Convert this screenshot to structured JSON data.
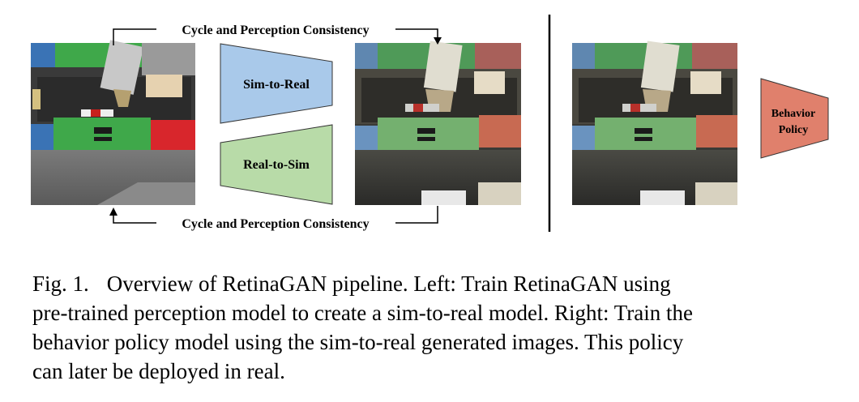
{
  "top_label": "Cycle and Perception Consistency",
  "bottom_label": "Cycle and Perception Consistency",
  "sim_to_real": "Sim-to-Real",
  "real_to_sim": "Real-to-Sim",
  "behavior_policy": [
    "Behavior",
    "Policy"
  ],
  "colors": {
    "sim_to_real_fill": "#a9c9ea",
    "real_to_sim_fill": "#b8dba8",
    "behavior_policy_fill": "#e0806c",
    "bin_blue": "#3a73b5",
    "bin_green": "#3fa84a",
    "bin_red": "#d8262c"
  },
  "images": {
    "sim": "simulated-robot-workspace",
    "generated": "sim-to-real-generated-image",
    "policy_input": "sim-to-real-generated-image-for-policy"
  },
  "caption": {
    "lines": [
      [
        "Fig. 1.",
        "Overview of RetinaGAN pipeline. Left: Train RetinaGAN using"
      ],
      "pre-trained perception model to create a sim-to-real model. Right: Train the",
      "behavior policy model using the sim-to-real generated images. This policy",
      "can later be deployed in real."
    ]
  }
}
